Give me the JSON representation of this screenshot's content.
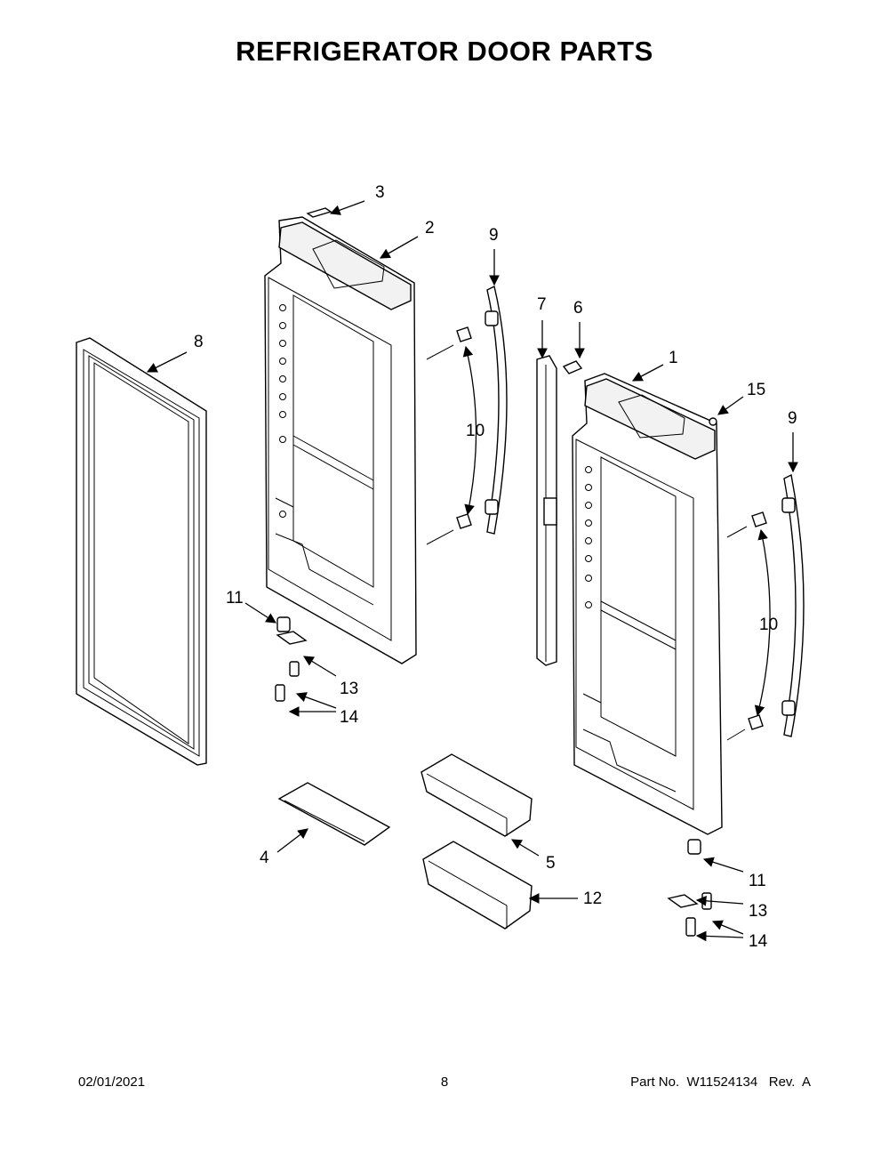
{
  "title": "REFRIGERATOR DOOR PARTS",
  "callouts": {
    "c1": "1",
    "c2": "2",
    "c3": "3",
    "c4": "4",
    "c5": "5",
    "c6": "6",
    "c7": "7",
    "c8": "8",
    "c9a": "9",
    "c9b": "9",
    "c10a": "10",
    "c10b": "10",
    "c11a": "11",
    "c11b": "11",
    "c12": "12",
    "c13a": "13",
    "c13b": "13",
    "c14a": "14",
    "c14b": "14",
    "c15": "15"
  },
  "footer": {
    "date": "02/01/2021",
    "page": "8",
    "part": "Part No.  W11524134   Rev.  A"
  }
}
